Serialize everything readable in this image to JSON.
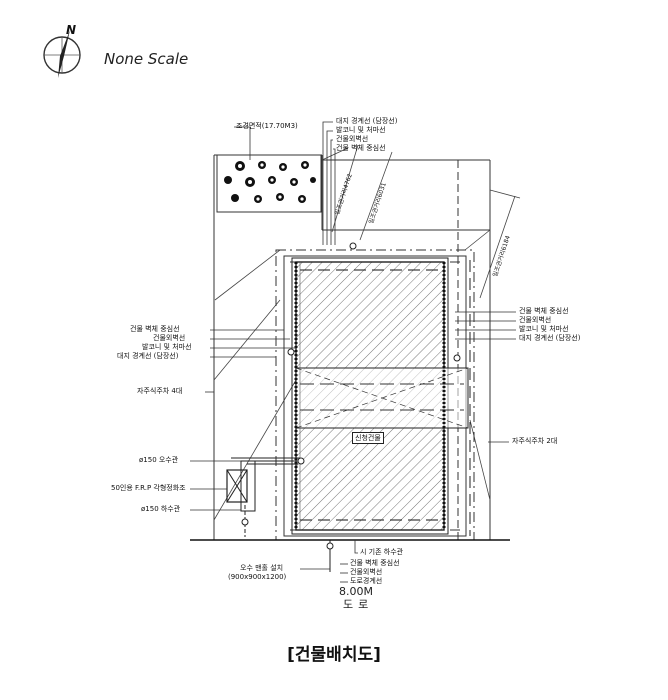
{
  "north_letter": "N",
  "scale_note": "None Scale",
  "caption": "[건물배치도]",
  "building_tag": "신청건물",
  "road": {
    "width": "8.00M",
    "name": "도로"
  },
  "labels": {
    "landscape_area": "조경면적(17.70M3)",
    "top": [
      "대지 경계선 (담장선)",
      "발코니 및 처마선",
      "건물외벽선",
      "건물 벽체 중심선"
    ],
    "left": [
      "건물 벽체 중심선",
      "건물외벽선",
      "발코니 및 처마선",
      "대지 경계선 (담장선)"
    ],
    "right": [
      "건물 벽체 중심선",
      "건물외벽선",
      "발코니 및 처마선",
      "대지 경계선 (담장선)"
    ],
    "parking_left": "자주식주차 4대",
    "parking_right": "자주식주차 2대",
    "sewage_pipe": "ø150 오수관",
    "septic_tank": "50인용 F.R.P 각형정화조",
    "rain_pipe": "ø150 하수관",
    "existing_sewer": "시 기존 하수관",
    "manhole": "오수 맨홀 설치",
    "manhole_size": "(900x900x1200)",
    "bottom": [
      "건물 벽체 중심선",
      "건물외벽선",
      "도로경계선"
    ],
    "dim1": "일조권거리4762",
    "dim2": "일조권거리6031",
    "dim3": "일조권거리6184"
  }
}
